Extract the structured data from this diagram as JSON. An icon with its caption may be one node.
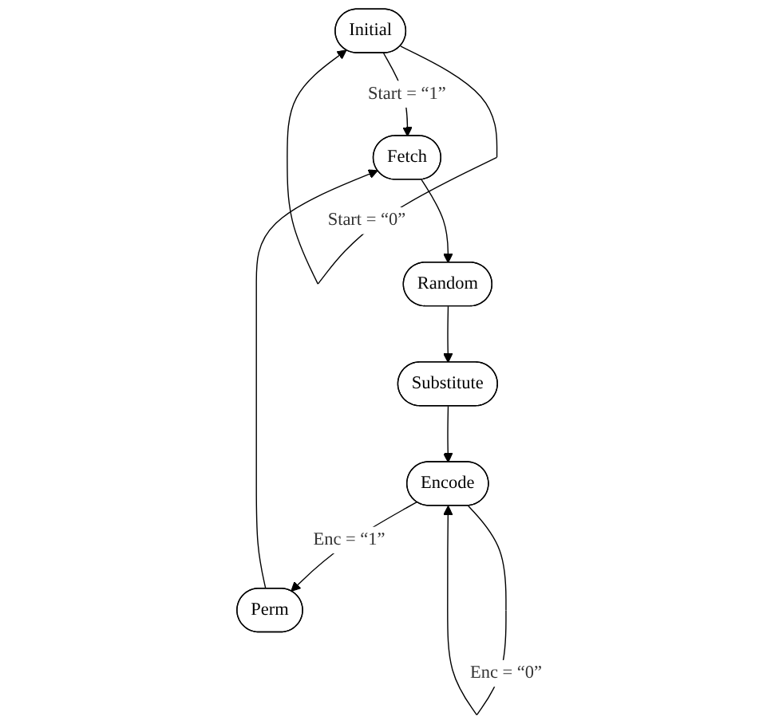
{
  "diagram": {
    "nodes": [
      {
        "text": [
          "Initial"
        ]
      },
      {
        "text": [
          "Fetch"
        ]
      },
      {
        "text": [
          "Random"
        ]
      },
      {
        "text": [
          "Substitute"
        ]
      },
      {
        "text": [
          "Encode"
        ]
      },
      {
        "text": [
          "Perm"
        ]
      }
    ],
    "edges": [
      {
        "from": 0,
        "to": 0,
        "arrow": "to",
        "label": "Start = “0”"
      },
      {
        "from": 0,
        "to": 1,
        "arrow": "to",
        "label": "Start = “1”"
      },
      {
        "from": 1,
        "to": 2,
        "arrow": "to"
      },
      {
        "from": 2,
        "to": 3,
        "arrow": "to"
      },
      {
        "from": 3,
        "to": 4,
        "arrow": "to"
      },
      {
        "from": 4,
        "to": 4,
        "arrow": "to",
        "label": "Enc = “0”"
      },
      {
        "from": 4,
        "to": 5,
        "arrow": "to",
        "label": "Enc = “1”"
      },
      {
        "from": 5,
        "to": 1,
        "arrow": "to"
      }
    ]
  }
}
